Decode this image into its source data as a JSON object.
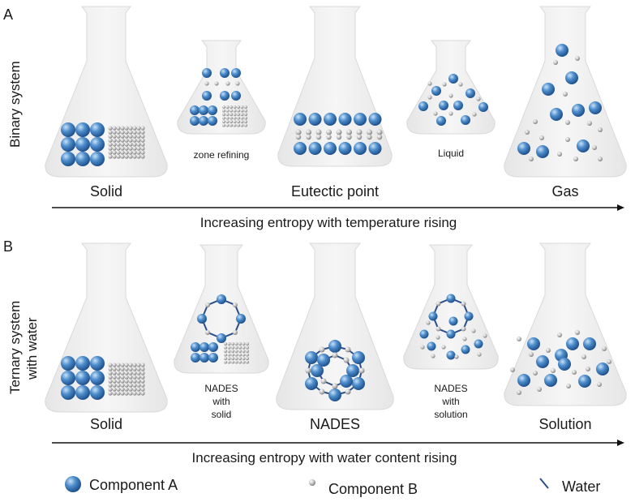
{
  "panel_a": {
    "letter": "A",
    "side_label": "Binary system",
    "flask_labels": [
      "Solid",
      "Eutectic point",
      "Gas"
    ],
    "inner_labels": [
      "zone refining",
      "Liquid"
    ],
    "arrow_caption": "Increasing entropy with temperature rising"
  },
  "panel_b": {
    "letter": "B",
    "side_label_line1": "Ternary system",
    "side_label_line2": "with water",
    "flask_labels": [
      "Solid",
      "NADES",
      "Solution"
    ],
    "inner_labels": [
      [
        "NADES",
        "with",
        "solid"
      ],
      [
        "NADES",
        "with",
        "solution"
      ]
    ],
    "arrow_caption": "Increasing entropy with water content rising"
  },
  "legend": {
    "component_a": "Component A",
    "component_b": "Component B",
    "water": "Water"
  },
  "colors": {
    "component_a": "#3f7fc0",
    "component_b": "#b8b8b8",
    "water": "#2a4f8a",
    "flask": "#efefef"
  }
}
